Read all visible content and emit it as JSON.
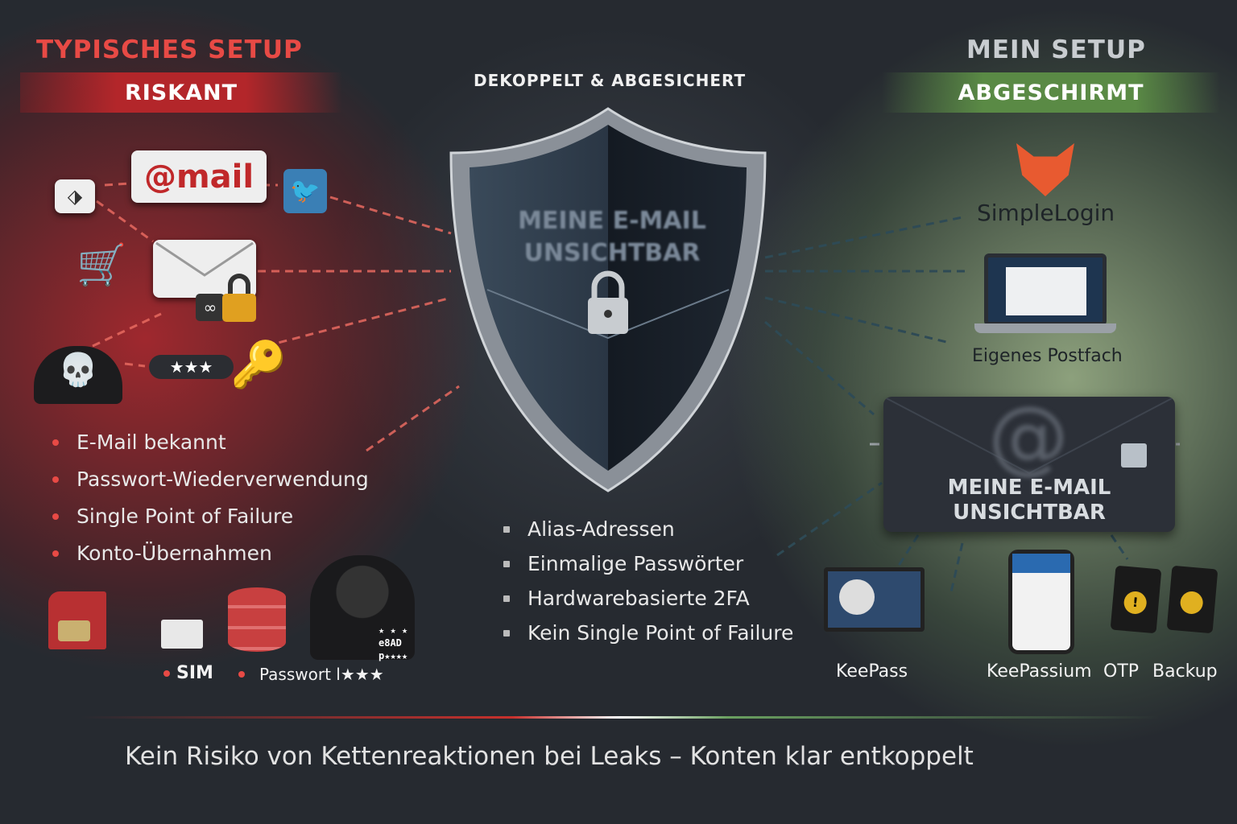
{
  "left": {
    "title": "TYPISCHES SETUP",
    "badge": "RISKANT",
    "mail_card": "@mail",
    "password_mask": "★★★",
    "bullets": [
      "E-Mail bekannt",
      "Passwort-Wiederverwendung",
      "Single Point of Failure",
      "Konto-Übernahmen"
    ],
    "bottom_labels": [
      "SIM",
      "Passwort l★★★"
    ],
    "hacker_screen": [
      "★ ★ ★",
      "e8AD",
      "p★★★★"
    ],
    "accent_color": "#e84a45"
  },
  "center": {
    "title": "DEKOPPELT & ABGESICHERT",
    "shield_text": [
      "MEINE E-MAIL",
      "UNSICHTBAR"
    ],
    "bullets": [
      "Alias-Adressen",
      "Einmalige Passwörter",
      "Hardwarebasierte 2FA",
      "Kein Single Point of Failure"
    ]
  },
  "right": {
    "title": "MEIN SETUP",
    "badge": "ABGESCHIRMT",
    "simplelogin_label": "SimpleLogin",
    "mailbox_label": "Eigenes Postfach",
    "envelope_text": [
      "MEINE E-MAIL",
      "UNSICHTBAR"
    ],
    "tools": [
      "KeePass",
      "KeePassium",
      "OTP",
      "Backup"
    ],
    "accent_color": "#5a8a45"
  },
  "footer": "Kein Risiko von Kettenreaktionen bei Leaks – Konten klar entkoppelt"
}
